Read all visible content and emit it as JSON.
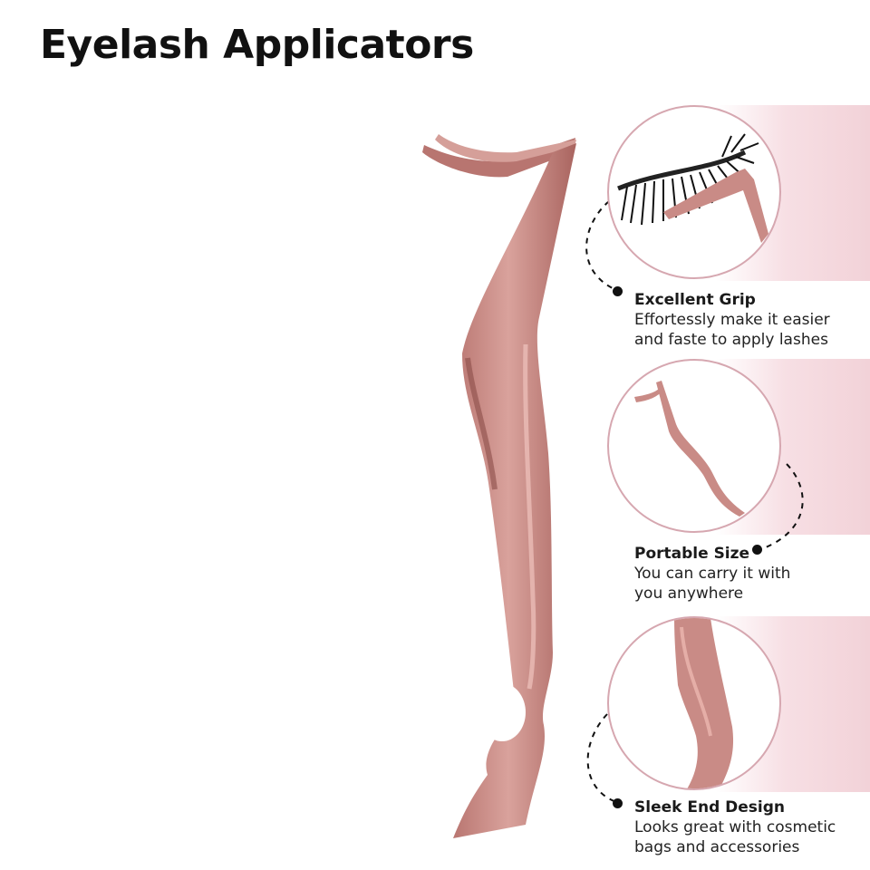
{
  "page": {
    "title": "Eyelash Applicators"
  },
  "features": [
    {
      "title": "Excellent Grip",
      "description": "Effortessly make it easier\nand faste to apply lashes",
      "image": "lash-closeup"
    },
    {
      "title": "Portable Size",
      "description": "You can carry it with\nyou anywhere",
      "image": "applicator-miniature"
    },
    {
      "title": "Sleek End Design",
      "description": "Looks great with cosmetic\nbags and accessories",
      "image": "curved-end-closeup"
    }
  ],
  "colors": {
    "rose_gold": "#c98b86",
    "rose_gold_dark": "#9c5a56",
    "accent_pink": "#f2d2d8",
    "circle_border": "#d6a7b0",
    "text": "#111111"
  }
}
